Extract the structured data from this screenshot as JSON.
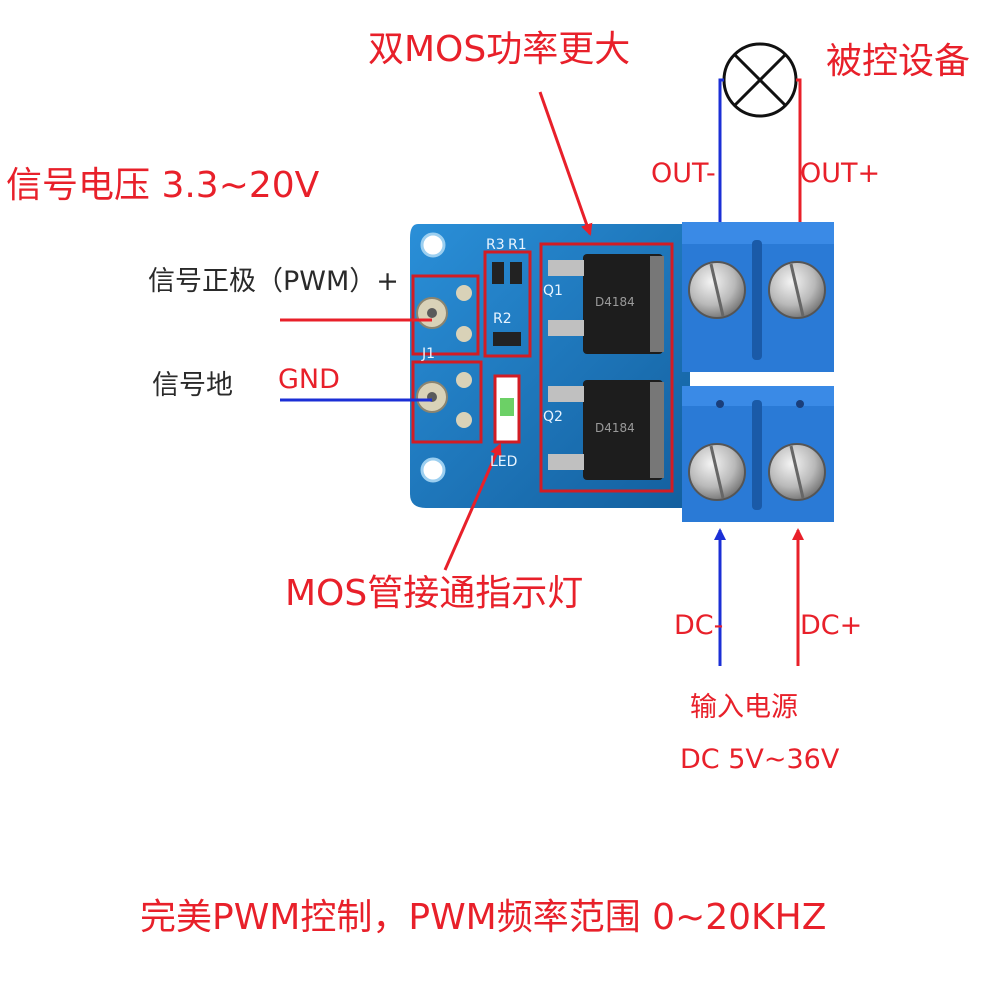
{
  "labels": {
    "dual_mos": "双MOS功率更大",
    "controlled_device": "被控设备",
    "signal_voltage": "信号电压 3.3~20V",
    "out_minus": "OUT-",
    "out_plus": "OUT+",
    "signal_positive": "信号正极（PWM）+",
    "gnd": "GND",
    "signal_ground": "信号地",
    "mos_indicator": "MOS管接通指示灯",
    "dc_minus": "DC-",
    "dc_plus": "DC+",
    "input_power": "输入电源",
    "input_range": "DC 5V~36V",
    "footer": "完美PWM控制，PWM频率范围 0~20KHZ"
  },
  "board": {
    "silkscreen_r3": "R3",
    "silkscreen_r1": "R1",
    "silkscreen_r2": "R2",
    "silkscreen_q1": "Q1",
    "silkscreen_q2": "Q2",
    "silkscreen_j1": "J1",
    "silkscreen_led": "LED",
    "chip_marking": "D4184"
  },
  "colors": {
    "label_red": "#e8202a",
    "wire_blue": "#1b2fd6",
    "pcb_blue": "#1a78c4",
    "terminal_blue": "#2a7ad6"
  }
}
